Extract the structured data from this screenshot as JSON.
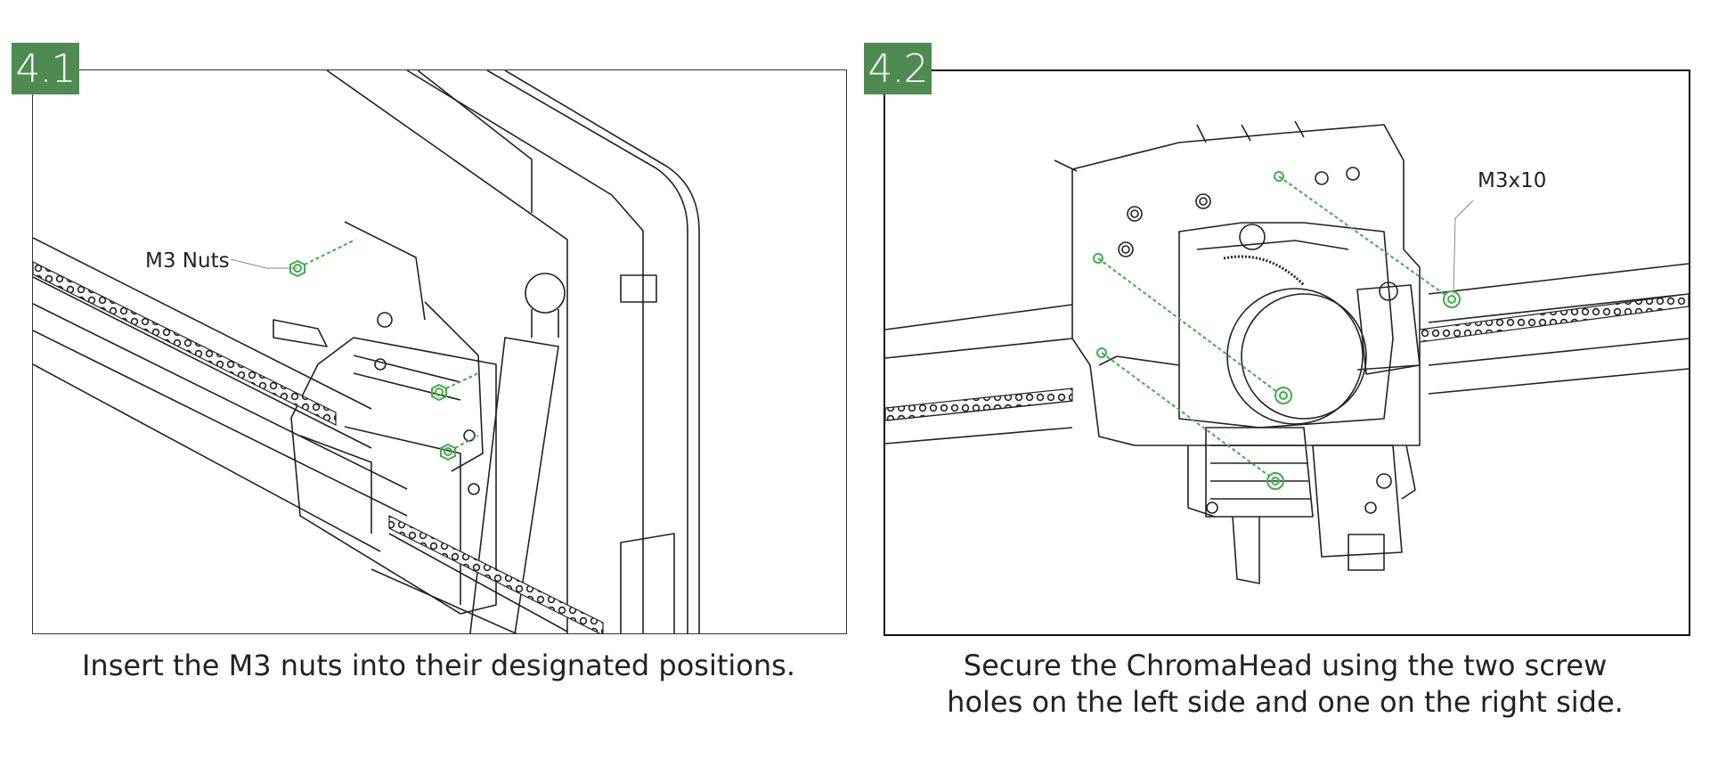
{
  "steps": [
    {
      "number": "4.1",
      "callout": "M3 Nuts",
      "caption": "Insert the M3 nuts into their designated positions."
    },
    {
      "number": "4.2",
      "callout": "M3x10",
      "caption_line1": "Secure the ChromaHead using the two screw",
      "caption_line2": "holes on the left side and one on the right side."
    }
  ],
  "colors": {
    "accent": "#4f8a52",
    "highlight": "#3fae49",
    "line": "#222222"
  }
}
